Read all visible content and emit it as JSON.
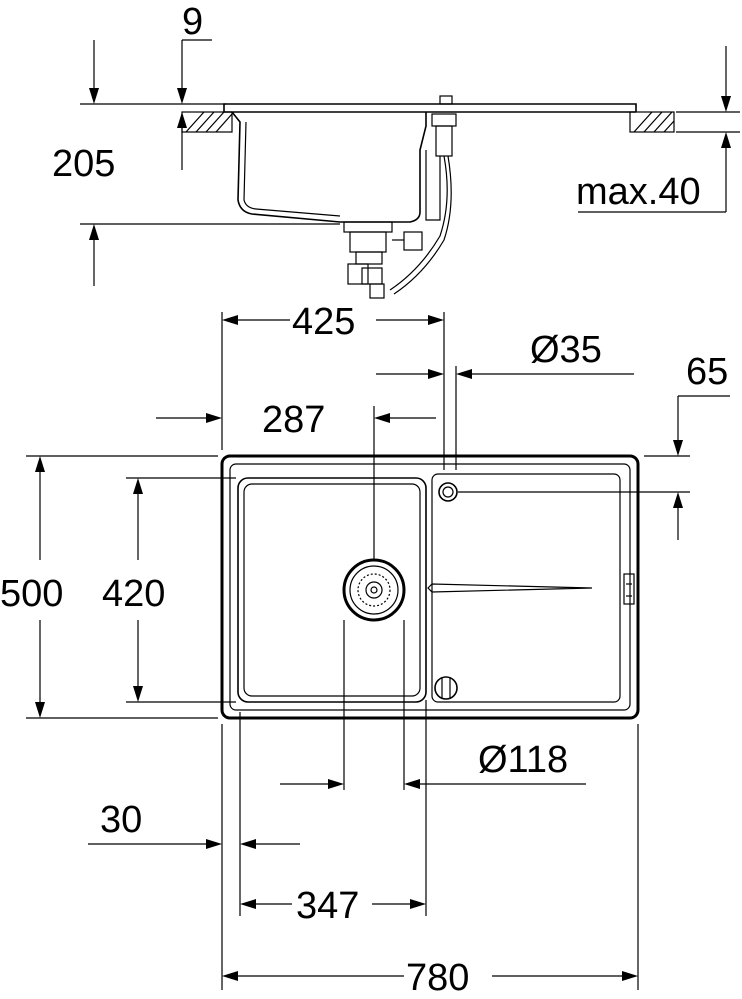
{
  "dimensions": {
    "gap": "9",
    "total_depth": "205",
    "max_thickness": "max.40",
    "tap_hole_distance": "425",
    "tap_hole_diameter": "Ø35",
    "tap_hole_edge": "65",
    "drain_offset": "287",
    "overall_depth": "500",
    "bowl_depth": "420",
    "drain_diameter": "Ø118",
    "bowl_edge": "30",
    "bowl_width": "347",
    "overall_width": "780"
  },
  "colors": {
    "line": "#000000",
    "background": "#ffffff"
  }
}
